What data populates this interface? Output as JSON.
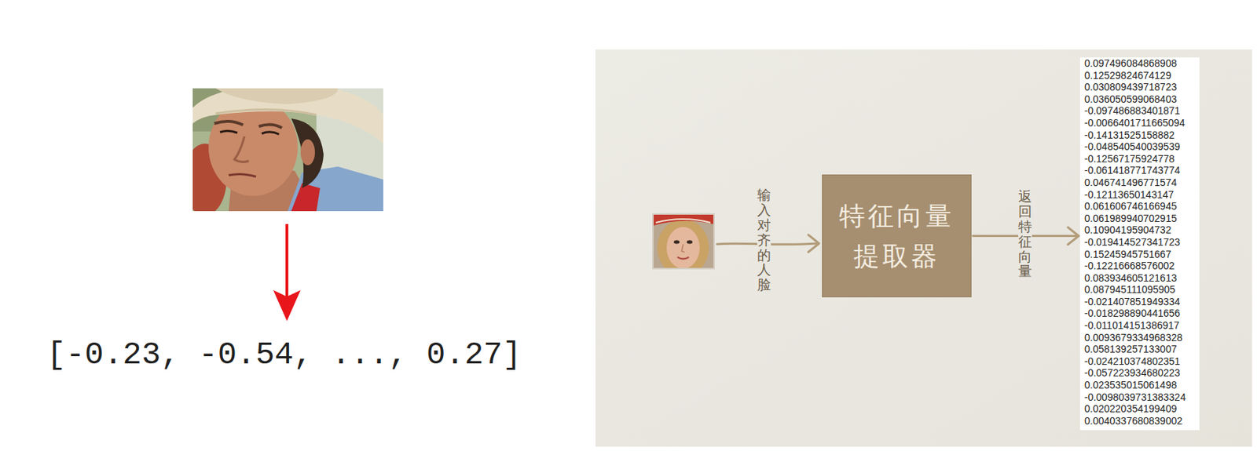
{
  "diagram": {
    "nodes": [
      {
        "text": [
          "特征向量 提取器"
        ]
      },
      {
        "text": [
          "0.097496084868908",
          "0.12529824674129",
          "0.030809439718723",
          "0.036050599068403",
          "-0.097486883401871",
          "-0.0066401711665094",
          "-0.14131525158882",
          "-0.048540540039539",
          "-0.12567175924778",
          "-0.061418771743774",
          "0.046741496771574",
          "-0.12113650143147",
          "0.061606746166945",
          "0.061989940702915",
          "0.10904195904732",
          "-0.019414527341723",
          "0.15245945751667",
          "-0.12216668576002",
          "0.083934605121613",
          "0.087945111095905",
          "-0.021407851949334",
          "-0.018298890441656",
          "-0.011014151386917",
          "0.0093679334968328",
          "0.058139257133007",
          "-0.024210374802351",
          "-0.057223934680223",
          "0.023535015061498",
          "-0.0098039731383324",
          "0.020220354199409",
          "0.0040337680839002"
        ]
      }
    ],
    "edges": [
      {
        "from": 0,
        "to": 1,
        "label": "返回特征向量",
        "arrow": "to"
      }
    ],
    "labels": [
      "[-0.23, -0.54, ..., 0.27]",
      "输入对齐的人脸"
    ]
  }
}
